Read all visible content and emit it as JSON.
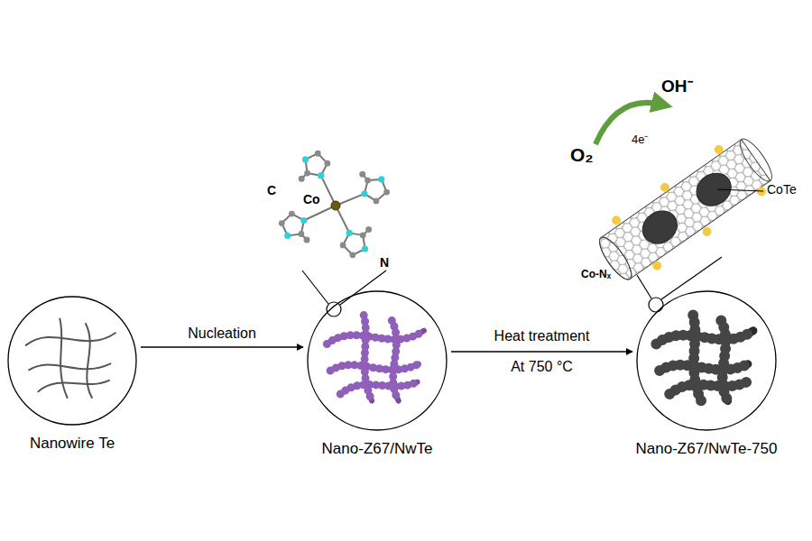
{
  "diagram": {
    "nodes": [
      {
        "text": [
          "Nanowire Te"
        ]
      },
      {
        "text": [
          "Nano-Z67/NwTe"
        ]
      },
      {
        "text": [
          "Nano-Z67/NwTe-750"
        ]
      }
    ],
    "edges": [
      {
        "from": 0,
        "to": 1,
        "arrow": "to",
        "label": "Nucleation"
      },
      {
        "from": 1,
        "to": 2,
        "arrow": "to",
        "label": "Heat treatment At 750 °C"
      }
    ],
    "labels": [
      "C",
      "Co",
      "N",
      "O₂",
      "4e⁻",
      "OH⁻",
      "CoTe",
      "Co-Nₓ"
    ]
  }
}
